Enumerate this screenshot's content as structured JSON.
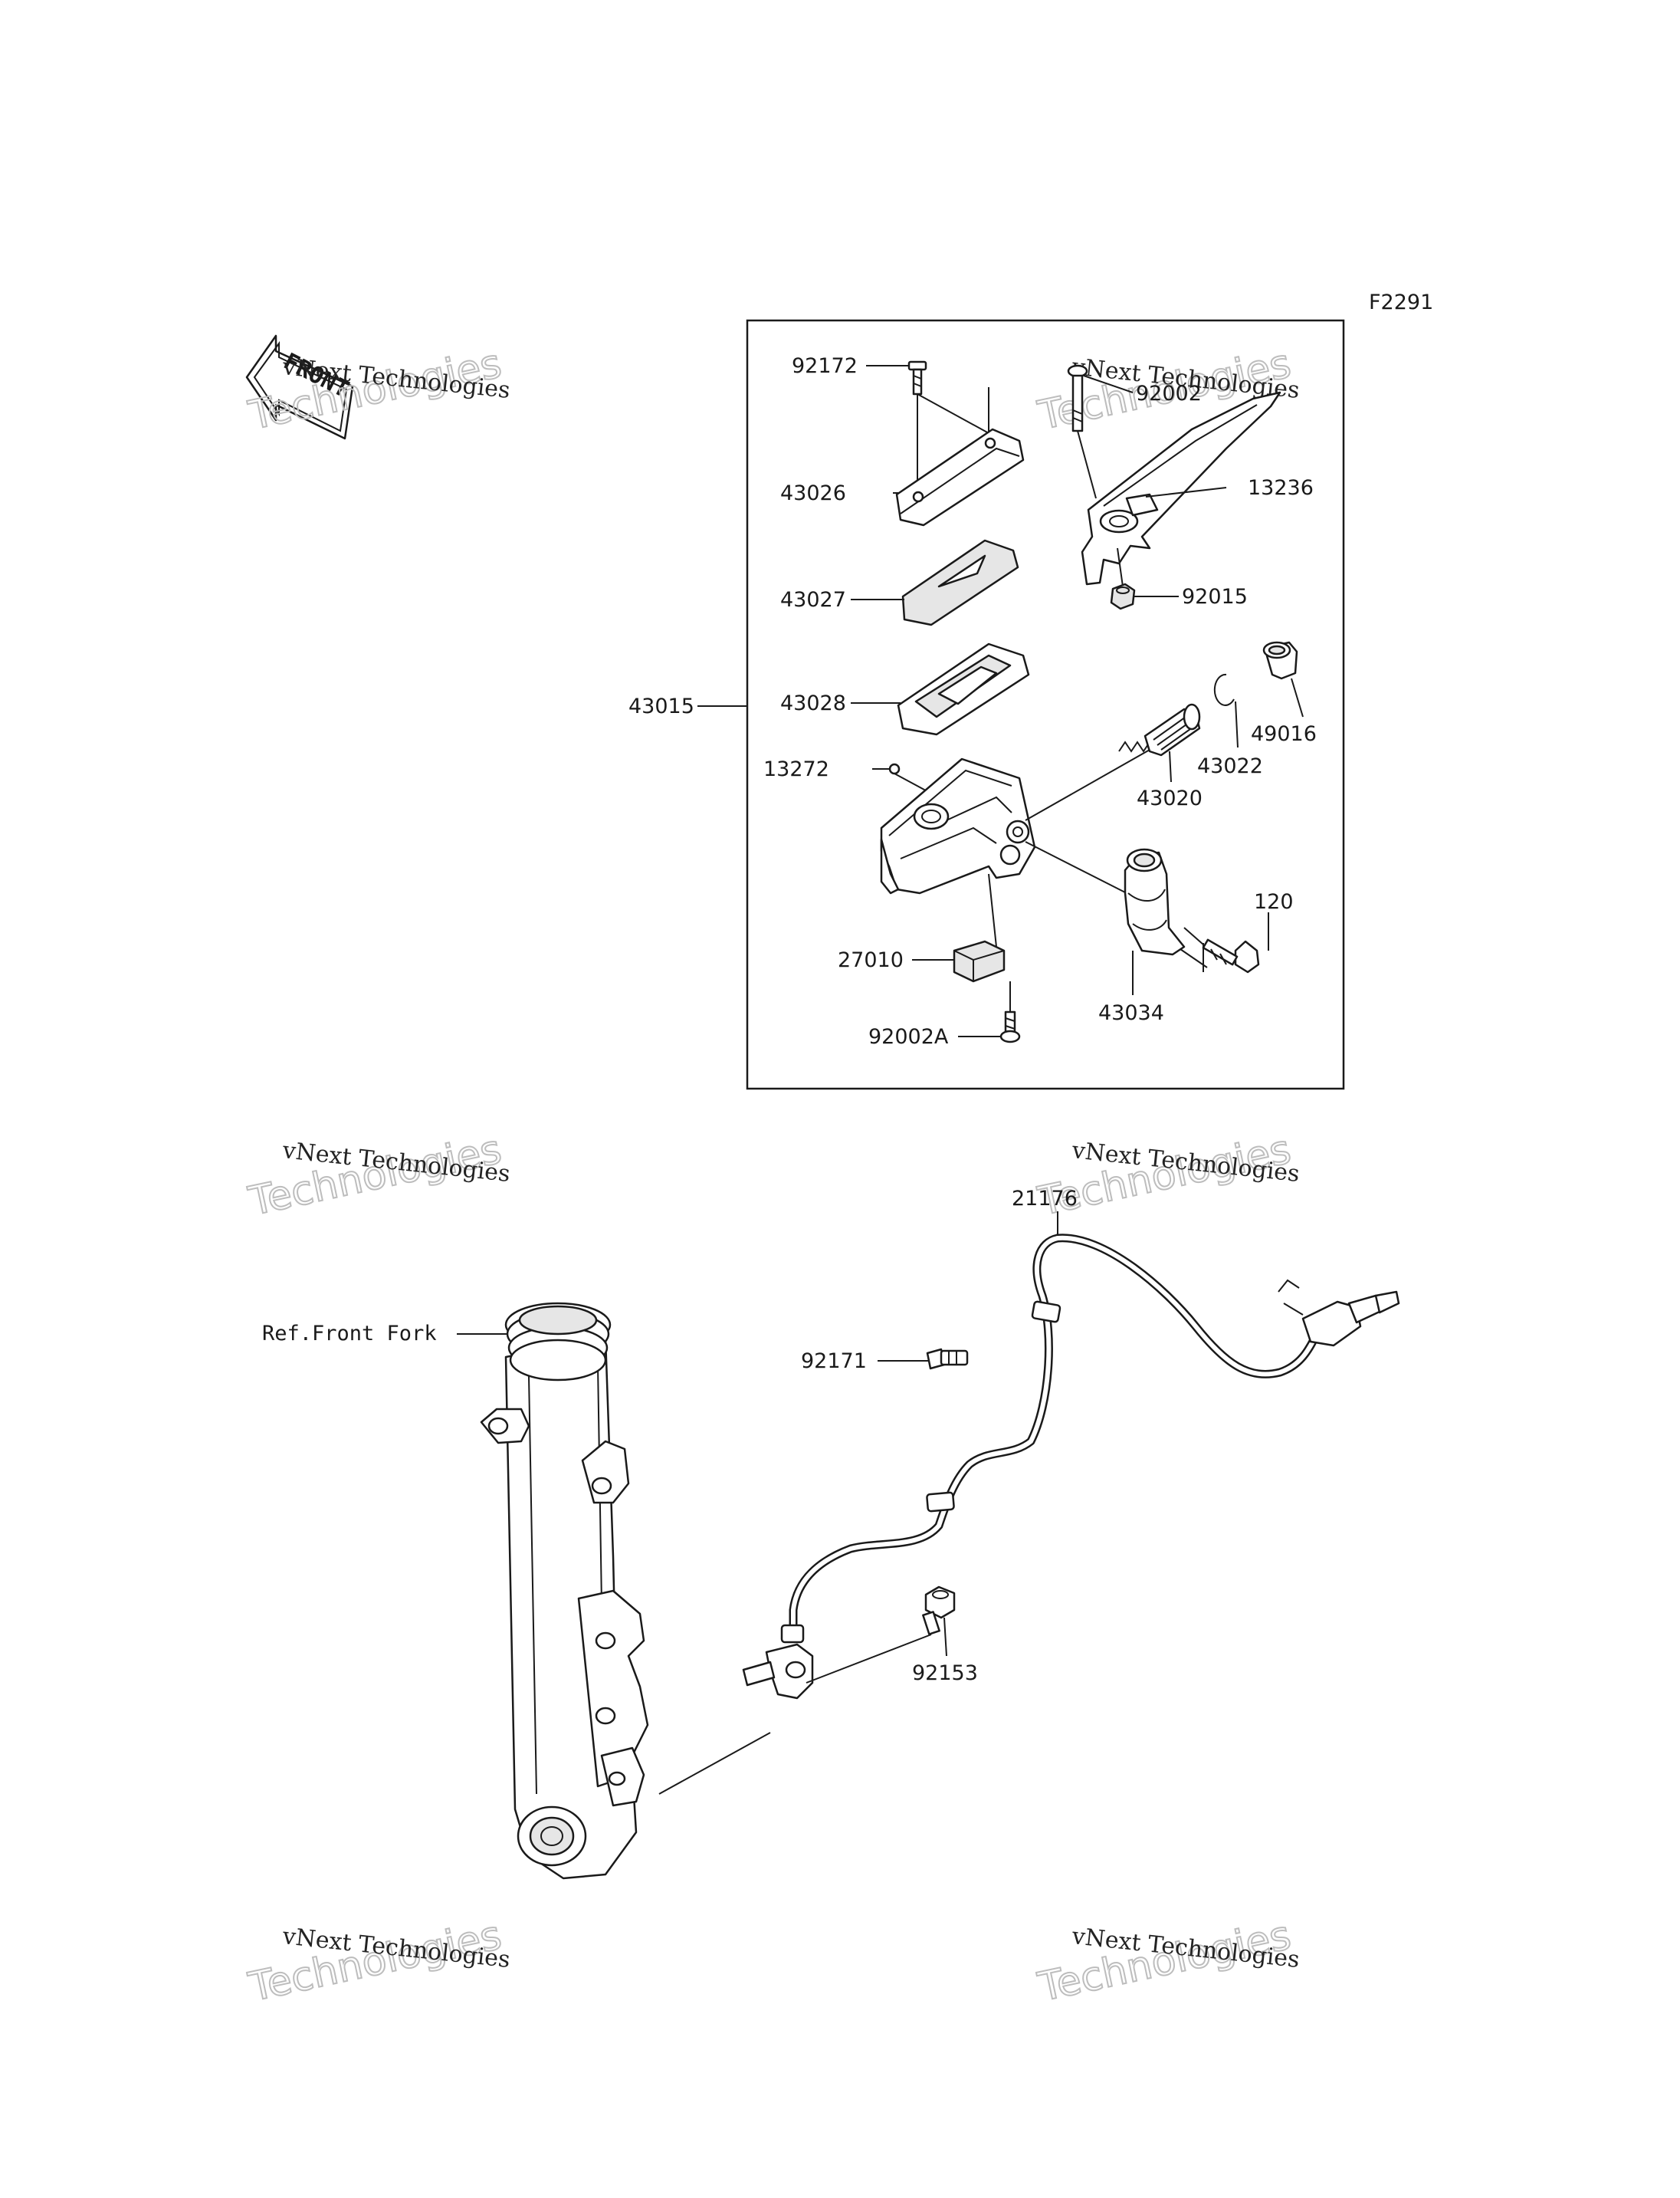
{
  "figure_code": "F2291",
  "front_badge": "FRONT",
  "watermark": {
    "line1": "vNext Technologies",
    "line2": "Technologies"
  },
  "group_label": "43015",
  "parts": {
    "p92172": "92172",
    "p43026": "43026",
    "p43027": "43027",
    "p43028": "43028",
    "p13272": "13272",
    "p27010": "27010",
    "p92002A": "92002A",
    "p92002": "92002",
    "p13236": "13236",
    "p92015": "92015",
    "p49016": "49016",
    "p43022": "43022",
    "p43020": "43020",
    "p120": "120",
    "p43034": "43034",
    "p21176": "21176",
    "p92171": "92171",
    "p92153": "92153",
    "ref_front_fork": "Ref.Front Fork"
  }
}
